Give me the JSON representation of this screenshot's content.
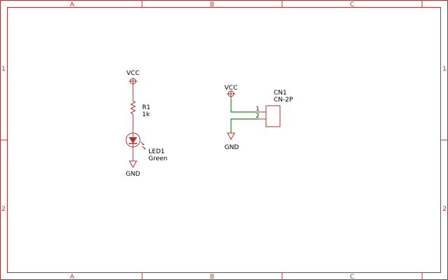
{
  "frame": {
    "columns": [
      "A",
      "B",
      "C"
    ],
    "rows": [
      "1",
      "2"
    ]
  },
  "colors": {
    "frame": "#b03030",
    "symbol": "#b03030",
    "wire": "#1f8a1f",
    "text": "#000000"
  },
  "power": {
    "vcc_label": "VCC",
    "gnd_label": "GND"
  },
  "components": {
    "r1": {
      "ref": "R1",
      "value": "1k"
    },
    "led1": {
      "ref": "LED1",
      "value": "Green"
    },
    "cn1": {
      "ref": "CN1",
      "value": "CN-2P",
      "pins": [
        "1",
        "2"
      ]
    }
  }
}
